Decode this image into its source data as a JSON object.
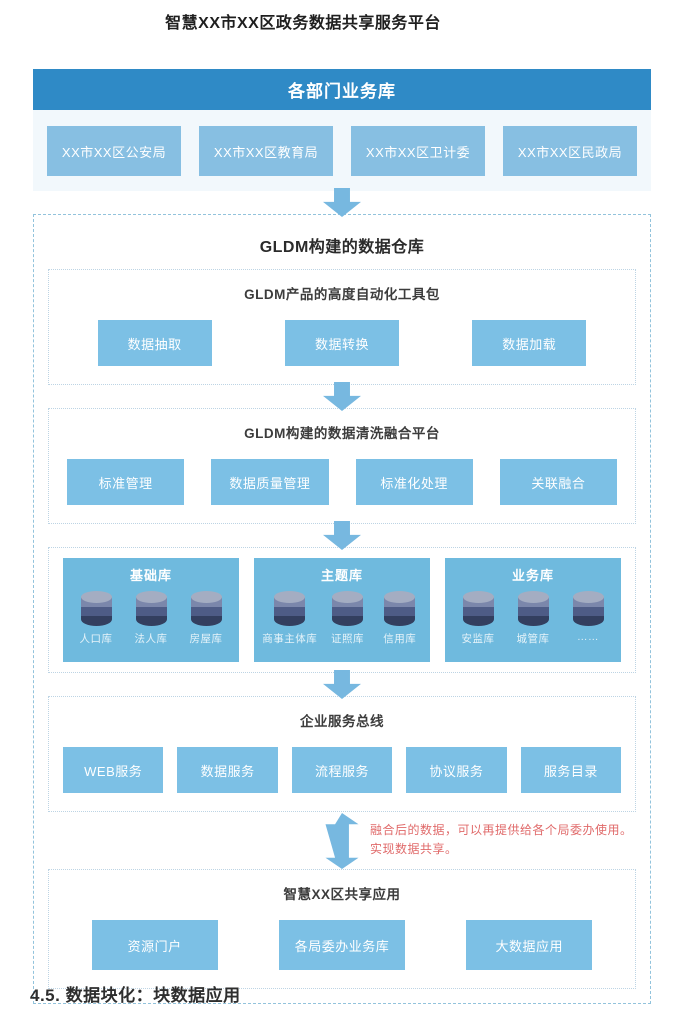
{
  "page": {
    "title": "智慧XX市XX区政务数据共享服务平台",
    "footer_heading": "4.5. 数据块化：块数据应用"
  },
  "colors": {
    "dept_header_blue": "#2f8ac6",
    "button_blue": "#7cc0e5",
    "dept_button_blue": "#87bfe2",
    "panel_blue": "#6fbade",
    "arrow_blue": "#77b8e0",
    "dashed_border": "#92c3dc",
    "dotted_border": "#bdd4e4",
    "note_red": "#e06a6a"
  },
  "diagram": {
    "departments": {
      "title": "各部门业务库",
      "items": [
        "XX市XX区公安局",
        "XX市XX区教育局",
        "XX市XX区卫计委",
        "XX市XX区民政局"
      ]
    },
    "warehouse": {
      "title": "GLDM构建的数据仓库",
      "toolkit": {
        "title": "GLDM产品的高度自动化工具包",
        "items": [
          "数据抽取",
          "数据转换",
          "数据加载"
        ]
      },
      "cleaning": {
        "title": "GLDM构建的数据清洗融合平台",
        "items": [
          "标准管理",
          "数据质量管理",
          "标准化处理",
          "关联融合"
        ]
      },
      "databases": {
        "groups": [
          {
            "title": "基础库",
            "items": [
              "人口库",
              "法人库",
              "房屋库"
            ]
          },
          {
            "title": "主题库",
            "items": [
              "商事主体库",
              "证照库",
              "信用库"
            ]
          },
          {
            "title": "业务库",
            "items": [
              "安监库",
              "城管库",
              "……"
            ]
          }
        ]
      },
      "esb": {
        "title": "企业服务总线",
        "items": [
          "WEB服务",
          "数据服务",
          "流程服务",
          "协议服务",
          "服务目录"
        ]
      },
      "share_note": {
        "line1": "融合后的数据，可以再提供给各个局委办使用。",
        "line2": "实现数据共享。"
      },
      "apps": {
        "title": "智慧XX区共享应用",
        "items": [
          "资源门户",
          "各局委办业务库",
          "大数据应用"
        ]
      }
    }
  }
}
